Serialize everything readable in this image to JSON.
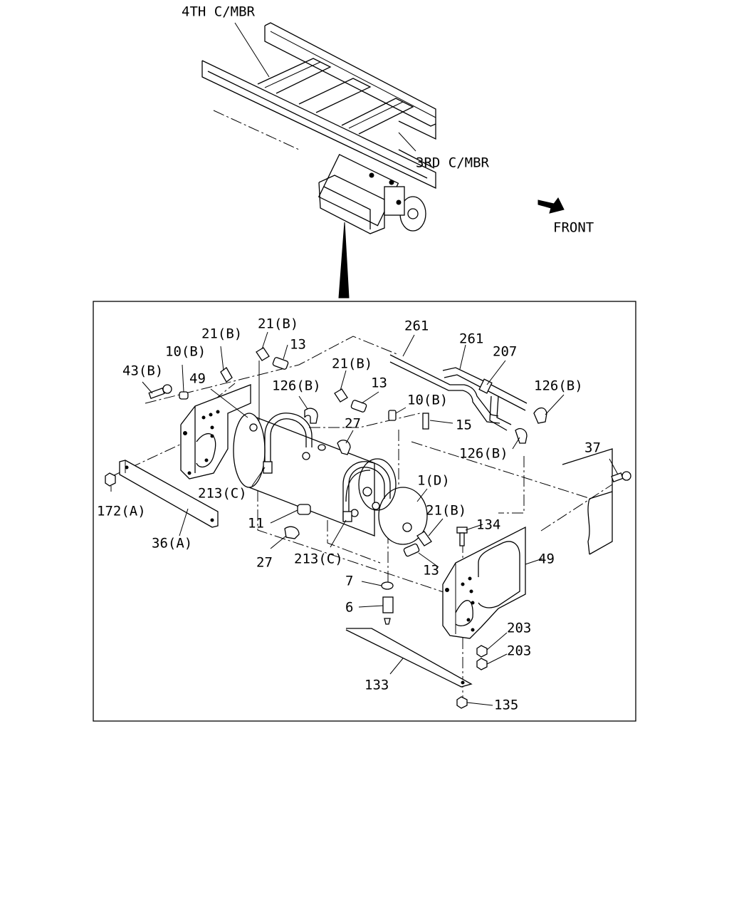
{
  "overview": {
    "member_4th": "4TH C/MBR",
    "member_3rd": "3RD C/MBR",
    "front": "FRONT"
  },
  "callouts": [
    {
      "id": "c-21b-a",
      "text": "21(B)"
    },
    {
      "id": "c-21b-b",
      "text": "21(B)"
    },
    {
      "id": "c-13-a",
      "text": "13"
    },
    {
      "id": "c-261-a",
      "text": "261"
    },
    {
      "id": "c-261-b",
      "text": "261"
    },
    {
      "id": "c-207",
      "text": "207"
    },
    {
      "id": "c-10b-a",
      "text": "10(B)"
    },
    {
      "id": "c-43b",
      "text": "43(B)"
    },
    {
      "id": "c-49-a",
      "text": "49"
    },
    {
      "id": "c-126b-a",
      "text": "126(B)"
    },
    {
      "id": "c-21b-c",
      "text": "21(B)"
    },
    {
      "id": "c-13-b",
      "text": "13"
    },
    {
      "id": "c-126b-b",
      "text": "126(B)"
    },
    {
      "id": "c-10b-b",
      "text": "10(B)"
    },
    {
      "id": "c-15",
      "text": "15"
    },
    {
      "id": "c-27-a",
      "text": "27"
    },
    {
      "id": "c-126b-c",
      "text": "126(B)"
    },
    {
      "id": "c-37",
      "text": "37"
    },
    {
      "id": "c-1d",
      "text": "1(D)"
    },
    {
      "id": "c-213c-a",
      "text": "213(C)"
    },
    {
      "id": "c-172a",
      "text": "172(A)"
    },
    {
      "id": "c-11",
      "text": "11"
    },
    {
      "id": "c-21b-d",
      "text": "21(B)"
    },
    {
      "id": "c-134",
      "text": "134"
    },
    {
      "id": "c-36a",
      "text": "36(A)"
    },
    {
      "id": "c-27-b",
      "text": "27"
    },
    {
      "id": "c-213c-b",
      "text": "213(C)"
    },
    {
      "id": "c-49-b",
      "text": "49"
    },
    {
      "id": "c-13-c",
      "text": "13"
    },
    {
      "id": "c-7",
      "text": "7"
    },
    {
      "id": "c-6",
      "text": "6"
    },
    {
      "id": "c-203-a",
      "text": "203"
    },
    {
      "id": "c-203-b",
      "text": "203"
    },
    {
      "id": "c-133",
      "text": "133"
    },
    {
      "id": "c-135",
      "text": "135"
    }
  ]
}
